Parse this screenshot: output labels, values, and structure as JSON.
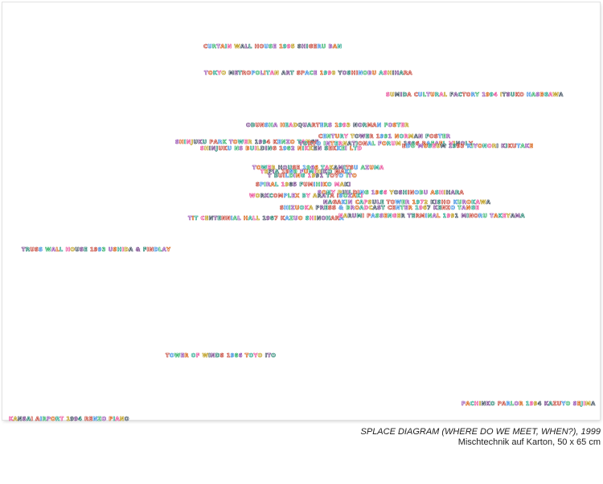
{
  "artwork": {
    "palette": [
      "#c0392b",
      "#2e86de",
      "#27ae60",
      "#8e44ad",
      "#d35400",
      "#16a085",
      "#e84393",
      "#b7950b",
      "#2c3e50",
      "#6c3483",
      "#117a65",
      "#c0392b"
    ],
    "labels": [
      {
        "text": "CURTAIN WALL HOUSE 1995 SHIGERU BAN"
      },
      {
        "text": "TOKYO METROPOLITAN ART SPACE 1990 YOSHINOBU ASHIHARA"
      },
      {
        "text": "SUMIDA CULTURAL FACTORY 1994 ITSUKO HASEGAWA"
      },
      {
        "text": "OBUNSHA HEADQUARTERS 1993 NORMAN FOSTER"
      },
      {
        "text": "CENTURY TOWER 1991 NORMAN FOSTER"
      },
      {
        "text": "SHINJUKU PARK TOWER 1994 KENZO TANGE"
      },
      {
        "text": "SHINJUKU NS BUILDING 1982 NIKKEN SEKKEI LTD"
      },
      {
        "text": "TOKYO INTERNATIONAL FORUM 1996 RAFAEL VINOLY"
      },
      {
        "text": "EDO MUSEUM 1993 KIYONORI KIKUTAKE"
      },
      {
        "text": "TOWER HOUSE 1966 TAKAMITSU AZUMA"
      },
      {
        "text": "TEPIA 1989 FUMIHIKO MAKI"
      },
      {
        "text": "T BUILDING 1991 TOYO ITO"
      },
      {
        "text": "SPIRAL 1985 FUMIHIKO MAKI"
      },
      {
        "text": "SONY BUILDING 1966 YOSHINOBU ASHIHARA"
      },
      {
        "text": "WORKCOMPLEX BY ARATA ISOZAKI"
      },
      {
        "text": "NAGAKIN CAPSULE TOWER 1972 KISHO KUROKAWA"
      },
      {
        "text": "SHIZUOKA PRESS & BROADCAST CENTER 1967 KENZO TANGE"
      },
      {
        "text": "TIT CENTENNIAL HALL 1987 KAZUO SHINOHARA"
      },
      {
        "text": "NARUMI PASSENGER TERMINAL 1991 MINORU TAKEYAMA"
      },
      {
        "text": "TRUSS WALL HOUSE 1993 USHIDA & FINDLAY"
      },
      {
        "text": "TOWER OF WINDS 1986 TOYO ITO"
      },
      {
        "text": "PACHINKO PARLOR 1994 KAZUYO SEJIMA"
      },
      {
        "text": "KANSAI AIRPORT 1994 RENZO PIANO"
      }
    ]
  },
  "caption": {
    "title": "SPLACE DIAGRAM (WHERE DO WE MEET, WHEN?), 1999",
    "medium": "Mischtechnik auf Karton, 50 x 65 cm"
  }
}
